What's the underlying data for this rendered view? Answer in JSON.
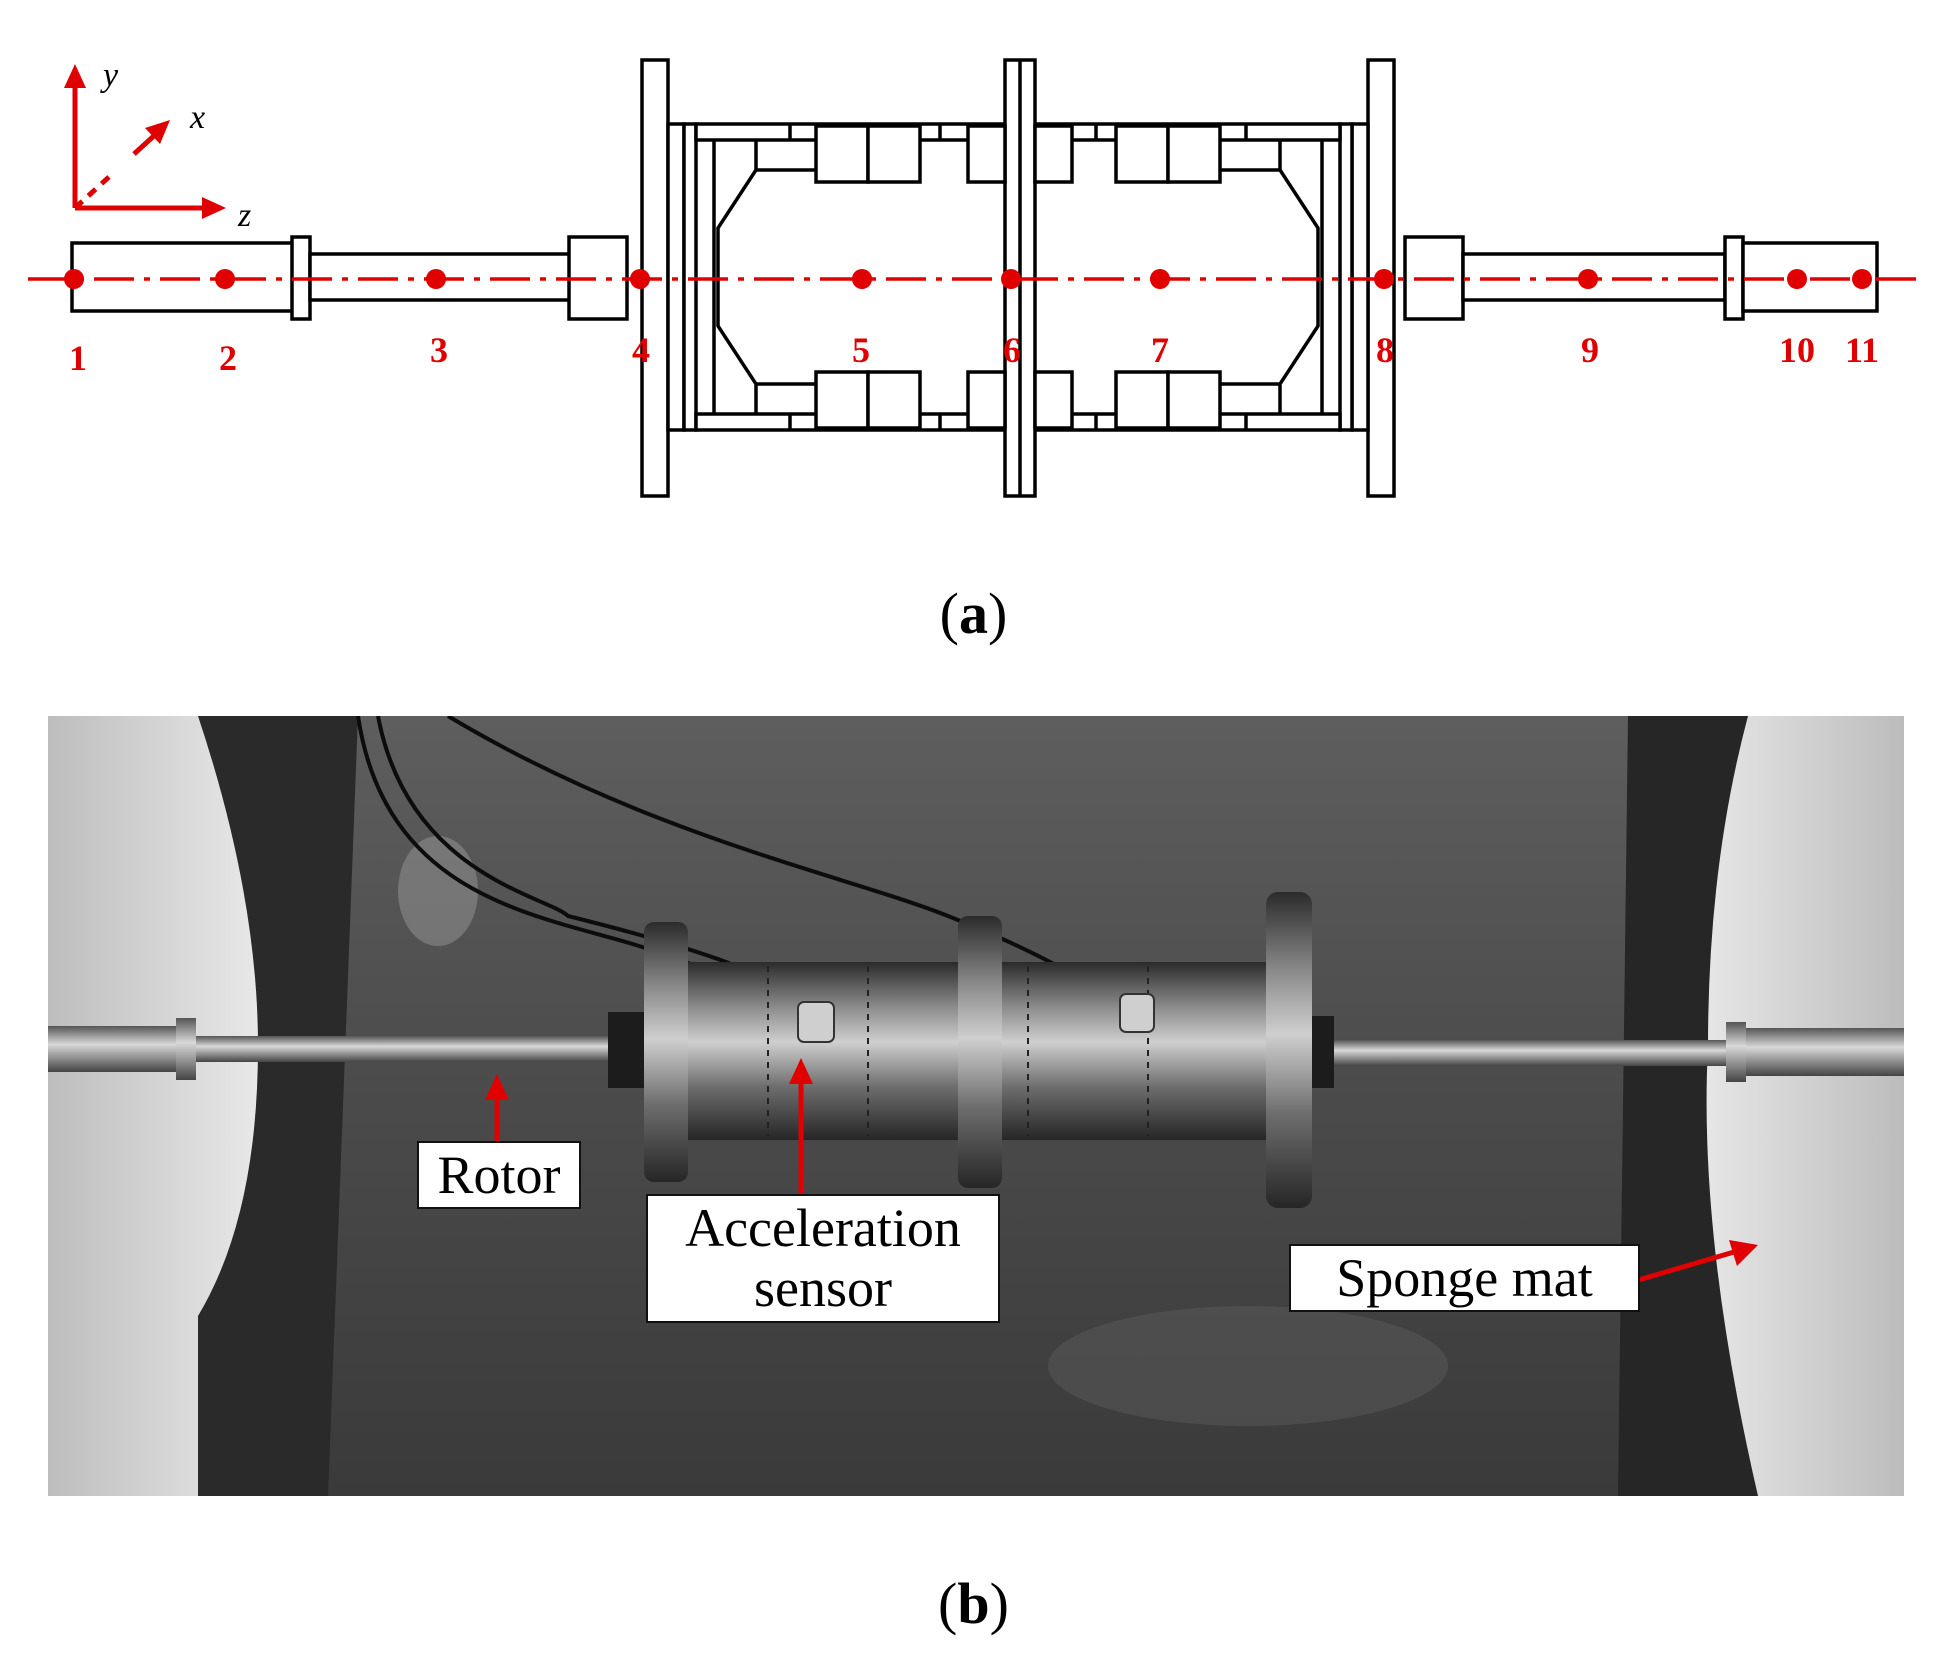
{
  "panel_a": {
    "caption_label": "a",
    "axes": {
      "y": "y",
      "x": "x",
      "z": "z"
    },
    "node_labels": [
      "1",
      "2",
      "3",
      "4",
      "5",
      "6",
      "7",
      "8",
      "9",
      "10",
      "11"
    ],
    "colors": {
      "accent": "#e00000",
      "line": "#000000"
    }
  },
  "panel_b": {
    "caption_label": "b",
    "callouts": {
      "rotor": "Rotor",
      "sensor_line1": "Acceleration",
      "sensor_line2": "sensor",
      "sponge": "Sponge mat"
    }
  }
}
